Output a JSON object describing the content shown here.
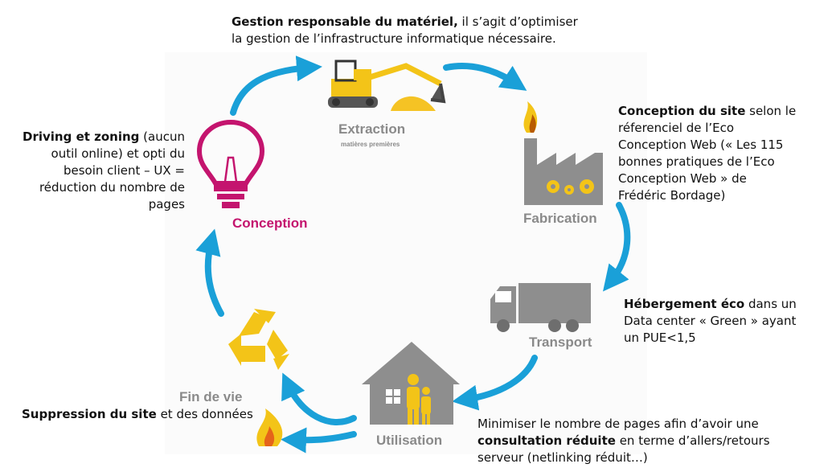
{
  "colors": {
    "arrow": "#1aa0d8",
    "grey": "#8e8e8e",
    "yellow": "#f3c418",
    "magenta": "#c4146e",
    "text": "#111111"
  },
  "stages": {
    "extraction": {
      "label": "Extraction",
      "sub": "matières premières",
      "icon": "excavator-icon"
    },
    "fabrication": {
      "label": "Fabrication",
      "icon": "factory-icon"
    },
    "transport": {
      "label": "Transport",
      "icon": "truck-icon"
    },
    "utilisation": {
      "label": "Utilisation",
      "icon": "house-family-icon"
    },
    "fin_de_vie": {
      "label": "Fin de vie",
      "icon": "recycle-icon"
    },
    "conception": {
      "label": "Conception",
      "icon": "lightbulb-icon"
    }
  },
  "annotations": {
    "materiel": {
      "bold": "Gestion responsable du matériel,",
      "line1_rest": " il s’agit d’optimiser",
      "line2": "la gestion de l’infrastructure informatique nécessaire."
    },
    "conception_site": {
      "bold": "Conception du site",
      "line1_rest": " selon le",
      "lines": [
        "réferenciel de l’Eco",
        "Conception Web (« Les 115",
        "bonnes pratiques de l’Eco",
        "Conception Web » de",
        "Frédéric Bordage)"
      ]
    },
    "hebergement": {
      "bold": "Hébergement éco",
      "line1_rest": " dans un",
      "lines": [
        "Data center « Green » ayant",
        "un PUE<1,5"
      ]
    },
    "minimiser": {
      "line1": "Minimiser le nombre de pages afin d’avoir une",
      "bold": "consultation réduite",
      "line2_rest": " en terme d’allers/retours",
      "line3": "serveur (netlinking réduit…)"
    },
    "suppression": {
      "bold": "Suppression du site",
      "line1_rest": " et des données"
    },
    "driving": {
      "bold": "Driving et zoning",
      "line1_rest": " (aucun",
      "lines": [
        "outil online) et opti du",
        "besoin client – UX =",
        "réduction du nombre de",
        "pages"
      ]
    }
  }
}
